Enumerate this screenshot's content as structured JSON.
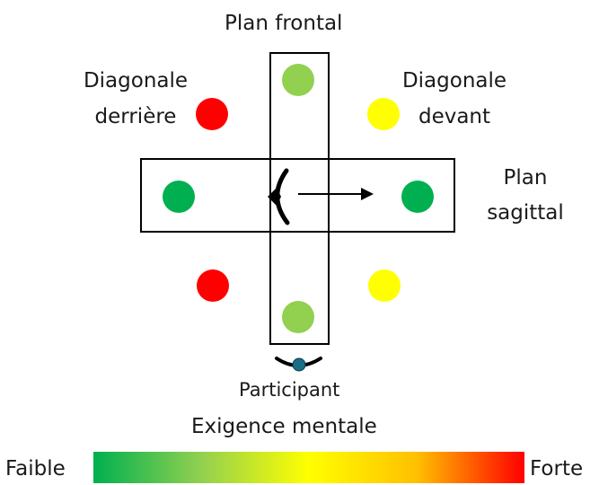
{
  "labels": {
    "frontal_plane": "Plan frontal",
    "diag_back_line1": "Diagonale",
    "diag_back_line2": "derrière",
    "diag_front_line1": "Diagonale",
    "diag_front_line2": "devant",
    "sagittal_line1": "Plan",
    "sagittal_line2": "sagittal",
    "participant": "Participant",
    "scale_title": "Exigence mentale",
    "scale_low": "Faible",
    "scale_high": "Forte"
  },
  "colors": {
    "light_green": "#92d050",
    "dark_green": "#00b050",
    "yellow": "#ffff00",
    "red": "#ff0000",
    "participant_teal": "#1a6f86",
    "stroke": "#000000"
  },
  "scale_gradient": [
    "#00b050",
    "#92d050",
    "#ffff00",
    "#ffc000",
    "#ff0000"
  ]
}
